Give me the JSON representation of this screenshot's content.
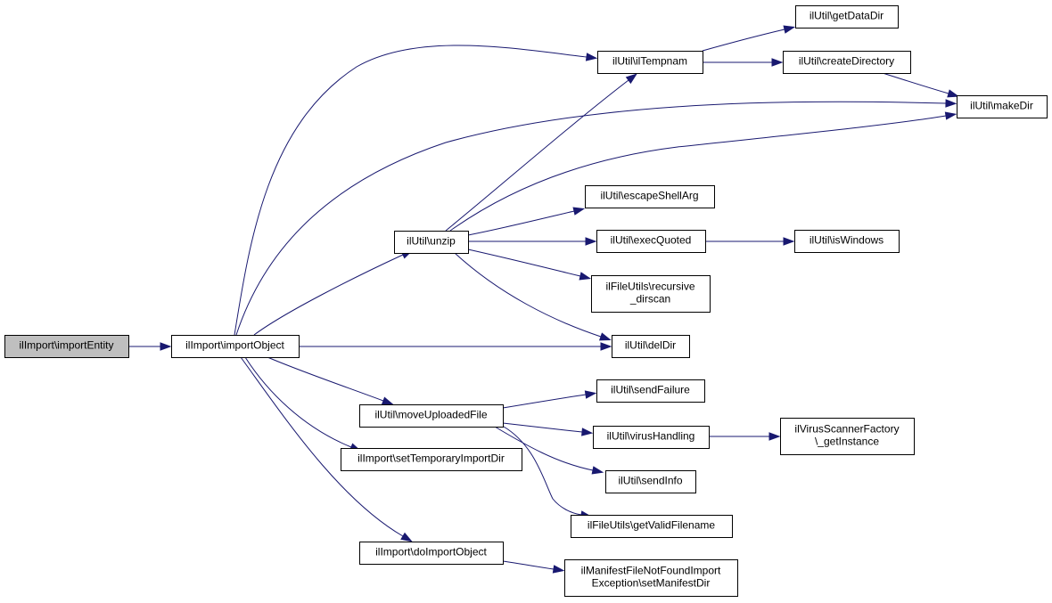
{
  "graph": {
    "nodes": [
      {
        "id": "importEntity",
        "lines": [
          "ilImport\\importEntity"
        ],
        "root": true
      },
      {
        "id": "importObject",
        "lines": [
          "ilImport\\importObject"
        ]
      },
      {
        "id": "unzip",
        "lines": [
          "ilUtil\\unzip"
        ]
      },
      {
        "id": "moveUploadedFile",
        "lines": [
          "ilUtil\\moveUploadedFile"
        ]
      },
      {
        "id": "setTemporaryImportDir",
        "lines": [
          "ilImport\\setTemporaryImportDir"
        ]
      },
      {
        "id": "doImportObject",
        "lines": [
          "ilImport\\doImportObject"
        ]
      },
      {
        "id": "ilTempnam",
        "lines": [
          "ilUtil\\ilTempnam"
        ]
      },
      {
        "id": "escapeShellArg",
        "lines": [
          "ilUtil\\escapeShellArg"
        ]
      },
      {
        "id": "execQuoted",
        "lines": [
          "ilUtil\\execQuoted"
        ]
      },
      {
        "id": "recursive_dirscan",
        "lines": [
          "ilFileUtils\\recursive",
          "_dirscan"
        ]
      },
      {
        "id": "delDir",
        "lines": [
          "ilUtil\\delDir"
        ]
      },
      {
        "id": "sendFailure",
        "lines": [
          "ilUtil\\sendFailure"
        ]
      },
      {
        "id": "virusHandling",
        "lines": [
          "ilUtil\\virusHandling"
        ]
      },
      {
        "id": "sendInfo",
        "lines": [
          "ilUtil\\sendInfo"
        ]
      },
      {
        "id": "getValidFilename",
        "lines": [
          "ilFileUtils\\getValidFilename"
        ]
      },
      {
        "id": "setManifestDir",
        "lines": [
          "ilManifestFileNotFoundImport",
          "Exception\\setManifestDir"
        ]
      },
      {
        "id": "getDataDir",
        "lines": [
          "ilUtil\\getDataDir"
        ]
      },
      {
        "id": "createDirectory",
        "lines": [
          "ilUtil\\createDirectory"
        ]
      },
      {
        "id": "makeDir",
        "lines": [
          "ilUtil\\makeDir"
        ]
      },
      {
        "id": "isWindows",
        "lines": [
          "ilUtil\\isWindows"
        ]
      },
      {
        "id": "getInstance",
        "lines": [
          "ilVirusScannerFactory",
          "\\_getInstance"
        ]
      }
    ],
    "edges": [
      {
        "from": "importEntity",
        "to": "importObject"
      },
      {
        "from": "importObject",
        "to": "ilTempnam"
      },
      {
        "from": "importObject",
        "to": "makeDir"
      },
      {
        "from": "importObject",
        "to": "unzip"
      },
      {
        "from": "importObject",
        "to": "delDir"
      },
      {
        "from": "importObject",
        "to": "moveUploadedFile"
      },
      {
        "from": "importObject",
        "to": "setTemporaryImportDir"
      },
      {
        "from": "importObject",
        "to": "doImportObject"
      },
      {
        "from": "unzip",
        "to": "ilTempnam"
      },
      {
        "from": "unzip",
        "to": "makeDir"
      },
      {
        "from": "unzip",
        "to": "escapeShellArg"
      },
      {
        "from": "unzip",
        "to": "execQuoted"
      },
      {
        "from": "unzip",
        "to": "recursive_dirscan"
      },
      {
        "from": "unzip",
        "to": "delDir"
      },
      {
        "from": "ilTempnam",
        "to": "getDataDir"
      },
      {
        "from": "ilTempnam",
        "to": "createDirectory"
      },
      {
        "from": "createDirectory",
        "to": "makeDir"
      },
      {
        "from": "execQuoted",
        "to": "isWindows"
      },
      {
        "from": "moveUploadedFile",
        "to": "sendFailure"
      },
      {
        "from": "moveUploadedFile",
        "to": "virusHandling"
      },
      {
        "from": "moveUploadedFile",
        "to": "sendInfo"
      },
      {
        "from": "moveUploadedFile",
        "to": "getValidFilename"
      },
      {
        "from": "virusHandling",
        "to": "getInstance"
      },
      {
        "from": "doImportObject",
        "to": "setManifestDir"
      }
    ]
  },
  "colors": {
    "edge": "#191970",
    "root_fill": "#bfbfbf",
    "node_fill": "#ffffff",
    "node_stroke": "#000000"
  }
}
